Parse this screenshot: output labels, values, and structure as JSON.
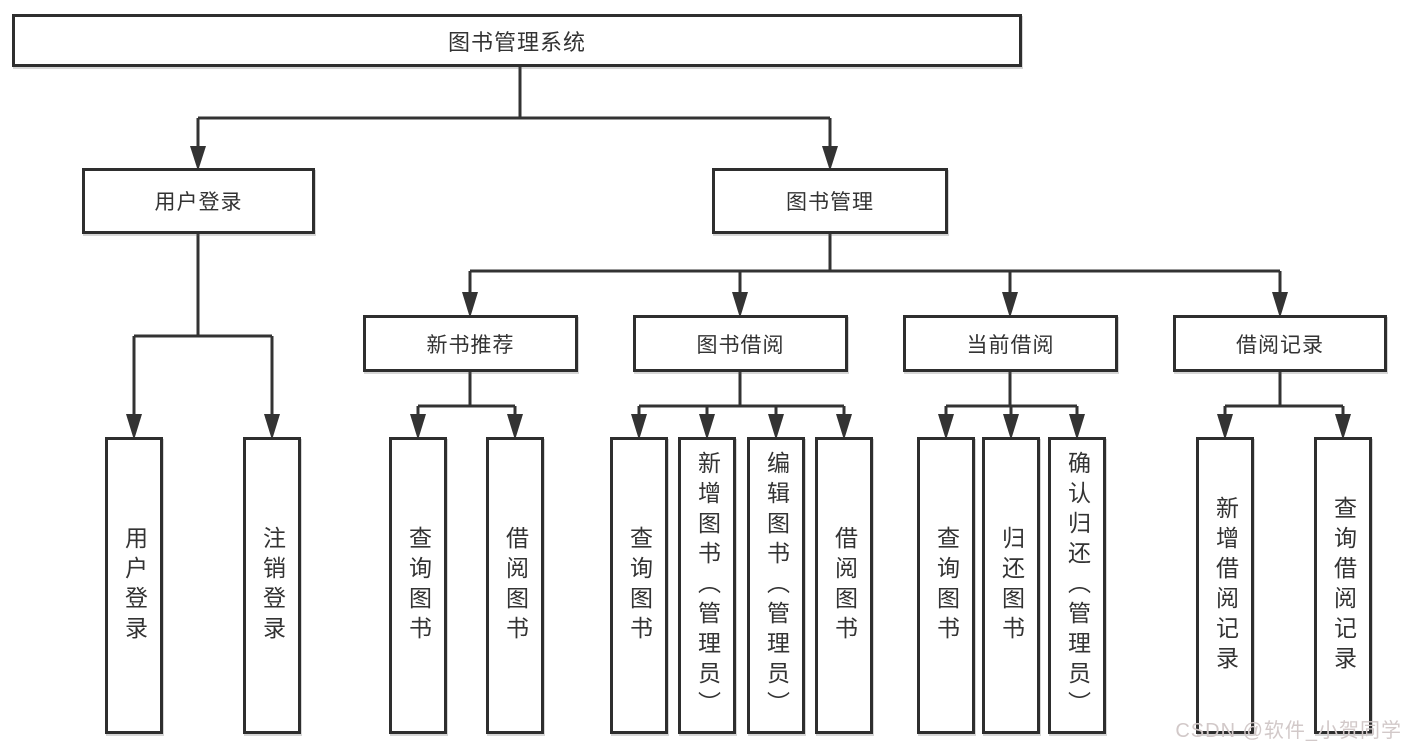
{
  "colors": {
    "line": "#333333",
    "box_border": "#2e2e2e",
    "box_fill": "#ffffff",
    "text": "#333333",
    "watermark_text": "#d2c9c9"
  },
  "diagram": {
    "type": "hierarchy-tree",
    "root": {
      "label": "图书管理系统"
    },
    "branches": [
      {
        "label": "用户登录",
        "children": [
          {
            "label": "用户登录"
          },
          {
            "label": "注销登录"
          }
        ]
      },
      {
        "label": "图书管理",
        "children": [
          {
            "label": "新书推荐",
            "children": [
              {
                "label": "查询图书"
              },
              {
                "label": "借阅图书"
              }
            ]
          },
          {
            "label": "图书借阅",
            "children": [
              {
                "label": "查询图书"
              },
              {
                "label": "新增图书（管理员）"
              },
              {
                "label": "编辑图书（管理员）"
              },
              {
                "label": "借阅图书"
              }
            ]
          },
          {
            "label": "当前借阅",
            "children": [
              {
                "label": "查询图书"
              },
              {
                "label": "归还图书"
              },
              {
                "label": "确认归还（管理员）"
              }
            ]
          },
          {
            "label": "借阅记录",
            "children": [
              {
                "label": "新增借阅记录"
              },
              {
                "label": "查询借阅记录"
              }
            ]
          }
        ]
      }
    ]
  },
  "watermark": {
    "text": "CSDN @软件_小贺同学"
  }
}
